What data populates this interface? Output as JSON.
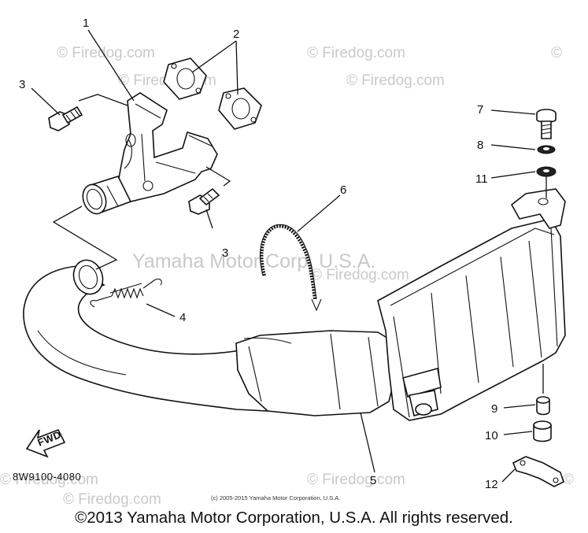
{
  "diagram": {
    "part_labels": {
      "p1": "1",
      "p2": "2",
      "p3a": "3",
      "p3b": "3",
      "p4": "4",
      "p5": "5",
      "p6": "6",
      "p7": "7",
      "p8": "8",
      "p9": "9",
      "p10": "10",
      "p11": "11",
      "p12": "12"
    },
    "diagram_code": "8W9100-4080",
    "fwd_label": "FWD",
    "watermarks": {
      "site": "© Firedog.com",
      "company": "Yamaha Motor Corp, U.S.A."
    },
    "small_copyright": "(c) 2005-2015 Yamaha Motor Corporation, U.S.A.",
    "footer_copyright": "©2013 Yamaha Motor Corporation, U.S.A. All rights reserved."
  }
}
